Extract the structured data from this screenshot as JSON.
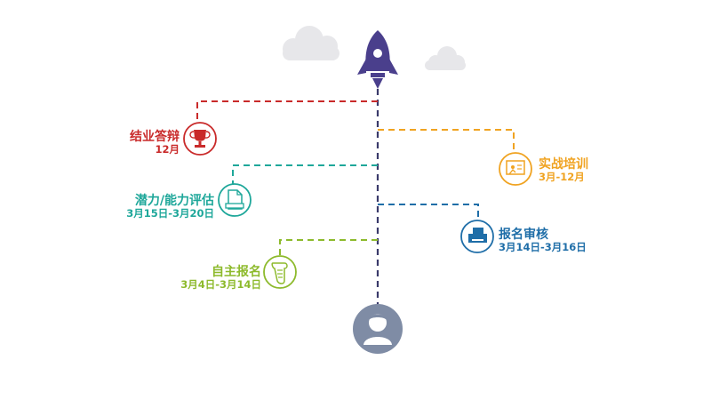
{
  "colors": {
    "stem": "#3b3b6b",
    "rocket": "#4a3f8c",
    "cloud": "#e7e7ea",
    "avatar": "#7f8ca5"
  },
  "steps": [
    {
      "id": "self-register",
      "title": "自主报名",
      "date": "3月4日-3月14日",
      "color": "#8dba2c",
      "icon": "paper-scroll-icon"
    },
    {
      "id": "review",
      "title": "报名审核",
      "date": "3月14日-3月16日",
      "color": "#1f6ea8",
      "icon": "printer-icon"
    },
    {
      "id": "assessment",
      "title": "潜力/能力评估",
      "date": "3月15日-3月20日",
      "color": "#1ea79a",
      "icon": "document-icon"
    },
    {
      "id": "practice",
      "title": "实战培训",
      "date": "3月-12月",
      "color": "#f0a321",
      "icon": "presentation-board-icon"
    },
    {
      "id": "defense",
      "title": "结业答辩",
      "date": "12月",
      "color": "#c92a2a",
      "icon": "trophy-icon"
    }
  ],
  "top_icon": "rocket-icon",
  "bottom_icon": "avatar-icon"
}
